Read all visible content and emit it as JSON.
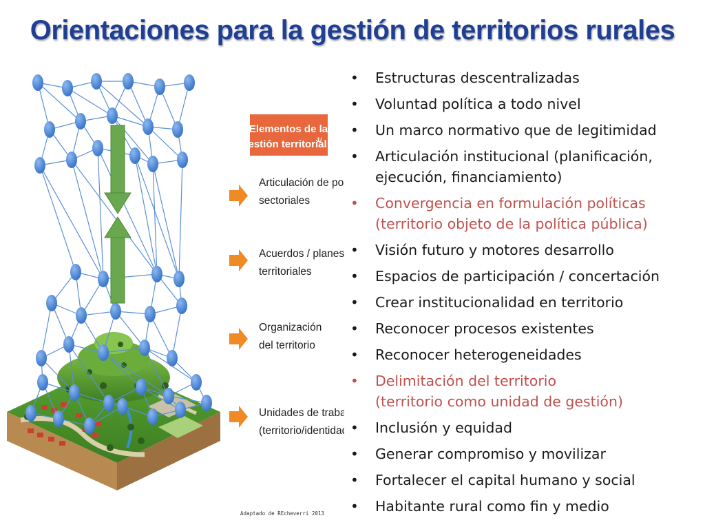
{
  "title": "Orientaciones para la gestión de territorios rurales",
  "figure": {
    "box_title_line1": "Elementos de la",
    "box_title_line2": "gestión territorial",
    "box_sup": "1/",
    "items": [
      {
        "line1": "Articulación de políticas",
        "line2": "sectoriales"
      },
      {
        "line1": "Acuerdos / planes",
        "line2": "territoriales"
      },
      {
        "line1": "Organización",
        "line2": "del territorio"
      },
      {
        "line1": "Unidades de trabajo",
        "line2": "(territorio/identidad)"
      }
    ],
    "credit": "Adaptado de REcheverri 2013",
    "colors": {
      "node": "#4a86d8",
      "arrow_green": "#6aa84f",
      "arrow_orange": "#f08a24",
      "box": "#e8673c"
    }
  },
  "bullets": [
    {
      "line1": "Estructuras descentralizadas",
      "line2": "",
      "highlight": false
    },
    {
      "line1": "Voluntad política a todo nivel",
      "line2": "",
      "highlight": false
    },
    {
      "line1": "Un marco  normativo que de legitimidad",
      "line2": "",
      "highlight": false
    },
    {
      "line1": "Articulación institucional (planificación,",
      "line2": "ejecución, financiamiento)",
      "highlight": false
    },
    {
      "line1": "Convergencia en formulación políticas",
      "line2": "(territorio objeto de la política pública)",
      "highlight": true
    },
    {
      "line1": "Visión futuro y motores desarrollo",
      "line2": "",
      "highlight": false
    },
    {
      "line1": "Espacios de participación  / concertación",
      "line2": "",
      "highlight": false
    },
    {
      "line1": "Crear institucionalidad en territorio",
      "line2": "",
      "highlight": false
    },
    {
      "line1": "Reconocer procesos existentes",
      "line2": "",
      "highlight": false
    },
    {
      "line1": "Reconocer heterogeneidades",
      "line2": "",
      "highlight": false
    },
    {
      "line1": "Delimitación del territorio",
      "line2": "(territorio como unidad de gestión)",
      "highlight": true
    },
    {
      "line1": "Inclusión y equidad",
      "line2": "",
      "highlight": false
    },
    {
      "line1": "Generar compromiso y movilizar",
      "line2": "",
      "highlight": false
    },
    {
      "line1": "Fortalecer el capital humano y social",
      "line2": "",
      "highlight": false
    },
    {
      "line1": "Habitante rural como fin y medio",
      "line2": "",
      "highlight": false
    }
  ]
}
